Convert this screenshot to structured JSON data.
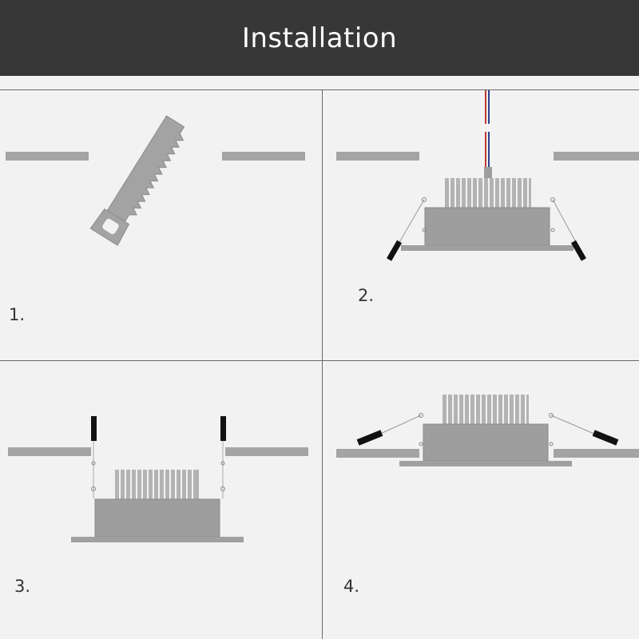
{
  "header": {
    "title": "Installation"
  },
  "steps": [
    {
      "label": "1."
    },
    {
      "label": "2."
    },
    {
      "label": "3."
    },
    {
      "label": "4."
    }
  ],
  "colors": {
    "header_bg": "#373737",
    "ceiling": "#a4a4a4",
    "housing": "#9e9e9e",
    "fins": "#b3b3b3",
    "clip": "#111111",
    "wire_red": "#c0392b",
    "wire_blue": "#2c3e8f"
  },
  "icons": [
    "saw-icon",
    "led-downlight-icon",
    "spring-clip-icon"
  ]
}
